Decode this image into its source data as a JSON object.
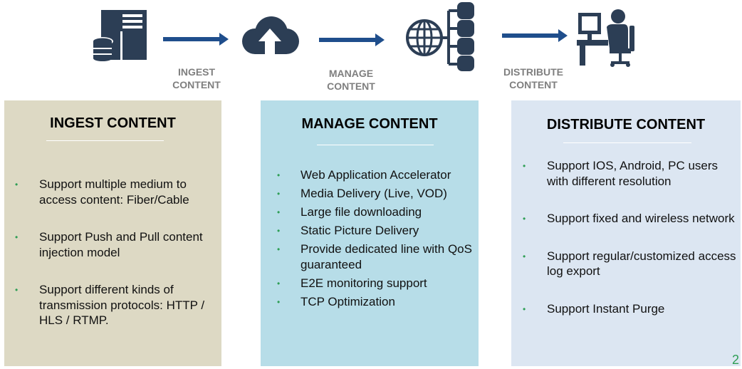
{
  "flow": {
    "steps": [
      {
        "icon": "server-database-icon",
        "label_line1": "INGEST",
        "label_line2": "CONTENT"
      },
      {
        "icon": "cloud-upload-icon",
        "label_line1": "MANAGE",
        "label_line2": "CONTENT"
      },
      {
        "icon": "globe-network-icon",
        "label_line1": "DISTRIBUTE",
        "label_line2": "CONTENT"
      },
      {
        "icon": "user-workstation-icon"
      }
    ],
    "arrow_color": "#1f4e8c",
    "icon_color": "#2c3e55"
  },
  "panels": [
    {
      "title": "INGEST CONTENT",
      "bg_color": "#ddd9c4",
      "bullets": [
        "Support multiple medium to access content: Fiber/Cable",
        "Support Push and Pull content injection model",
        "Support different kinds of transmission protocols: HTTP / HLS / RTMP."
      ]
    },
    {
      "title": "MANAGE CONTENT",
      "bg_color": "#b7dde8",
      "bullets": [
        "Web Application Accelerator",
        "Media Delivery (Live, VOD)",
        "Large file downloading",
        "Static Picture Delivery",
        "Provide dedicated line with QoS guaranteed",
        "E2E monitoring support",
        "TCP Optimization"
      ]
    },
    {
      "title": "DISTRIBUTE CONTENT",
      "bg_color": "#dce6f2",
      "bullets": [
        "Support IOS, Android, PC users with different resolution",
        "Support fixed and wireless network",
        "Support regular/customized access log export",
        "Support Instant Purge"
      ]
    }
  ],
  "bullet_color": "#2e9e55",
  "page_number": "2"
}
